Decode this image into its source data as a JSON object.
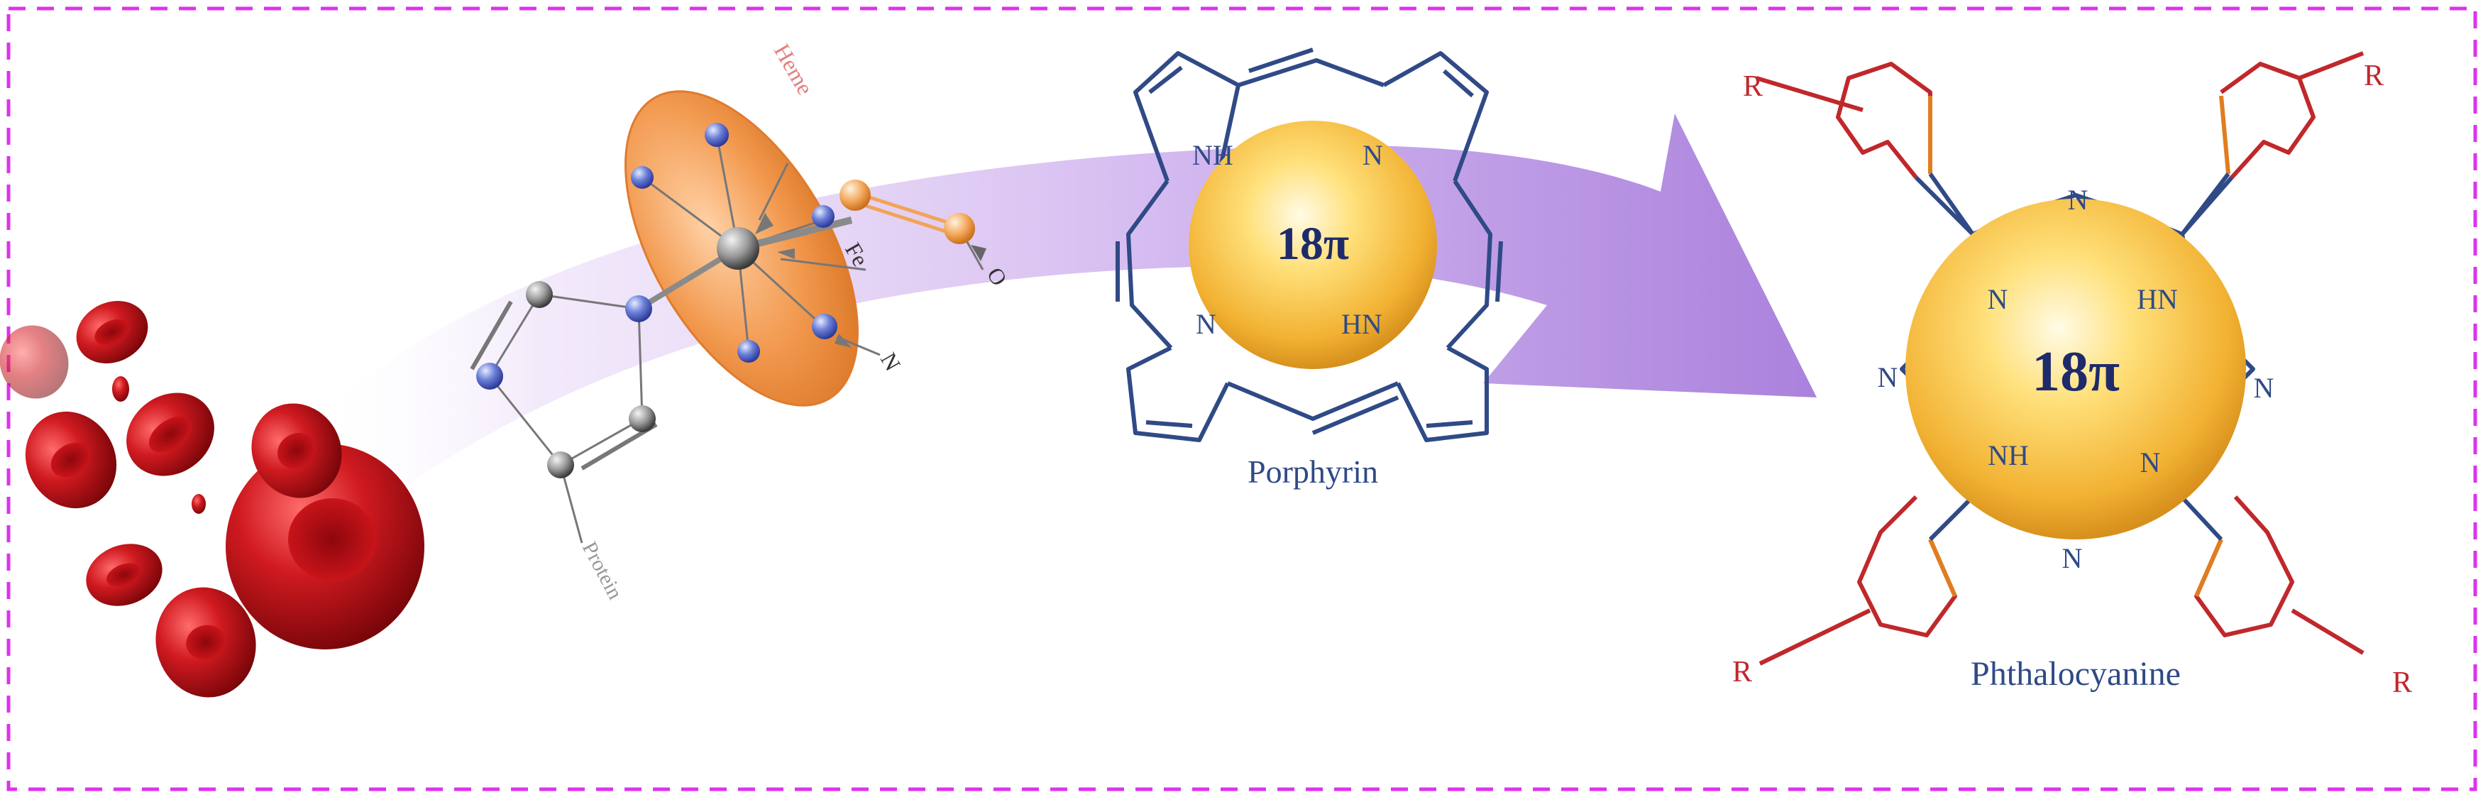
{
  "labels": {
    "heme": "Heme",
    "fe": "Fe",
    "o": "O",
    "n": "N",
    "protein": "Protein",
    "porphyrin": "Porphyrin",
    "phthalocyanine": "Phthalocyanine",
    "pi_porphyrin": "18π",
    "pi_phthalocyanine": "18π",
    "nh": "NH",
    "hn": "HN",
    "n_atom": "N",
    "r": "R"
  },
  "colors": {
    "frame": "#dd33ee",
    "cell_red": "#c8141a",
    "arrow_purple": "#9b6bd6",
    "heme_orange": "#ef9a4e",
    "sphere_gold": "#f2b233",
    "porph_blue": "#2f4a86",
    "pc_red": "#c0282b",
    "pc_orange": "#e07d1e"
  },
  "icons": {
    "cells": "red-blood-cells-icon",
    "arrow": "curved-arrow-icon"
  }
}
